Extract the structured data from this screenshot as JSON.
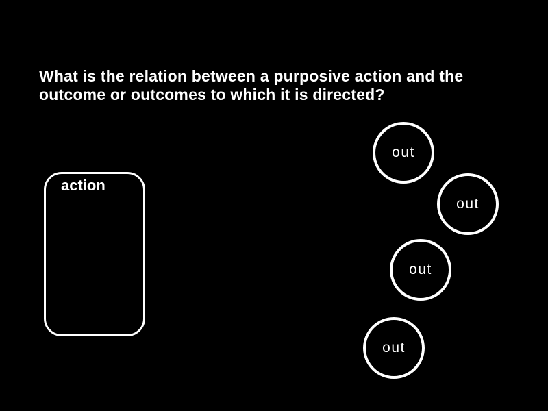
{
  "slide": {
    "colors": {
      "background": "#000000",
      "foreground": "#ffffff"
    },
    "title_lines": [
      "What is the relation between a purposive action and the",
      "outcome or outcomes to which it is directed?"
    ],
    "action_box": {
      "label": "action"
    },
    "circles": [
      {
        "label": "out"
      },
      {
        "label": "out"
      },
      {
        "label": "out"
      },
      {
        "label": "out"
      }
    ]
  }
}
